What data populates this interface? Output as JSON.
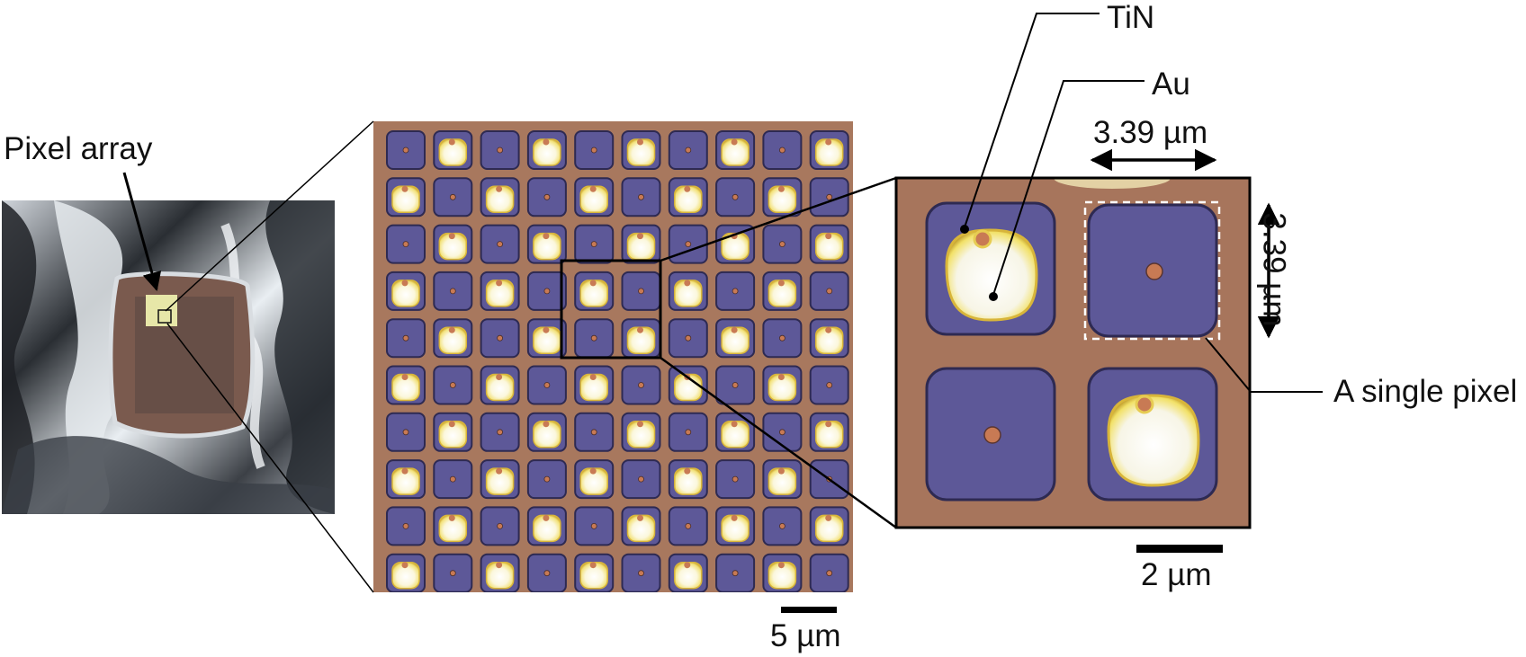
{
  "figure": {
    "labels": {
      "pixel_array": "Pixel array",
      "tin": "TiN",
      "au": "Au",
      "pitch_horizontal": "3.39 µm",
      "pitch_vertical": "3.39 µm",
      "single_pixel": "A single pixel",
      "scale_zoom": "2 µm",
      "scale_array": "5 µm"
    },
    "panels": [
      {
        "name": "chip-photo",
        "description_visible": false
      },
      {
        "name": "pixel-array-micrograph",
        "rows": 10,
        "cols": 10
      },
      {
        "name": "zoomed-2x2-pixels",
        "rows": 2,
        "cols": 2
      }
    ],
    "colors": {
      "substrate": "#a8785e",
      "pixel_pad": "#5d5898",
      "pixel_border": "#2e2a52",
      "gold": "#fff6c8",
      "gold_edge": "#d8b53a",
      "via": "#c87a54"
    }
  }
}
